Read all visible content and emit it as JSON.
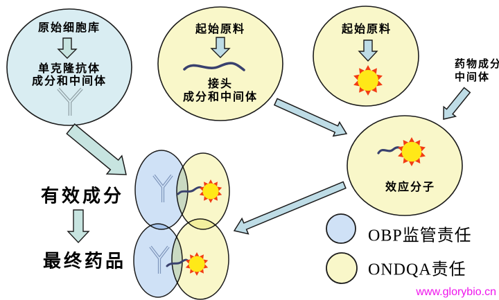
{
  "cell_bank_circle": {
    "title": "原始细胞库",
    "line1": "单克隆抗体",
    "line2": "成分和中间体"
  },
  "linker_circle": {
    "title": "起始原料",
    "line1": "接头",
    "line2": "成分和中间体"
  },
  "payload_circle": {
    "title": "起始原料"
  },
  "drug_substance_label": {
    "line1": "药物成分",
    "line2": "中间体"
  },
  "effector_circle": {
    "label": "效应分子"
  },
  "active_ingredient_label": "有效成分",
  "final_product_label": "最终药品",
  "legend": [
    {
      "swatch": "blue",
      "label": "OBP监管责任"
    },
    {
      "swatch": "yellow",
      "label": "ONDQA责任"
    }
  ],
  "watermark": "www.glorybio.cn",
  "colors": {
    "cyan_fill": "#d9edf2",
    "yellow_fill": "#f9f7c9",
    "blue_fill": "#cfe1f6",
    "arrow_teal": "#c7e4e0",
    "arrow_blue": "#bedce6",
    "sun_ray": "#f23c14",
    "sun_core": "#ffe818",
    "squiggle": "#39416e",
    "antibody_gray": "#93a3a8",
    "antibody_blue": "#7e95bb",
    "watermark_color": "#ef13ec"
  }
}
